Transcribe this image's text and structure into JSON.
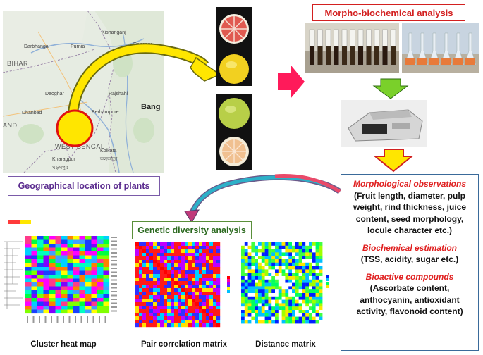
{
  "map": {
    "labels": {
      "bihar": "BIHAR",
      "darbhanga": "Darbhanga",
      "purnia": "Purnia",
      "kishanganj": "Kishanganj",
      "rangpur": "Rangpur",
      "deoghar": "Deoghar",
      "rajshahi": "Rajshahi",
      "dhanbad": "Dhanbad",
      "berhampore": "Berhampore",
      "bang": "Bang",
      "west_bengal": "WEST BENGAL",
      "and": "AND",
      "kolkata": "Kolkata",
      "kolkata_bn": "কলকাতা",
      "kharagpur": "Kharagpur",
      "kharagpur_bn": "খড়গপুর"
    }
  },
  "labels": {
    "geo": "Geographical location of plants",
    "morpho": "Morpho-biochemical analysis",
    "genetic": "Genetic diversity analysis"
  },
  "observations": {
    "morph_heading": "Morphological observations",
    "morph_l1": "(Fruit length, diameter, pulp",
    "morph_l2": "weight, rind thickness, juice",
    "morph_l3": "content, seed morphology,",
    "morph_l4": "locule character etc.)",
    "bio_heading": "Biochemical estimation",
    "bio_l1": "(TSS, acidity, sugar etc.)",
    "bioactive_heading": "Bioactive compounds",
    "bioactive_l1": "(Ascorbate content,",
    "bioactive_l2": "anthocyanin, antioxidant",
    "bioactive_l3": "activity, flavonoid content)"
  },
  "captions": {
    "cluster": "Cluster heat map",
    "pair": "Pair correlation matrix",
    "distance": "Distance matrix"
  },
  "colors": {
    "geo_border": "#7a5aa8",
    "morpho_border": "#d32020",
    "genetic_border": "#5a8f3a",
    "obs_heading": "#e02020",
    "arrow_yellow": "#ffe600",
    "arrow_pink": "#ff1a5a",
    "arrow_green": "#7ad02a"
  }
}
